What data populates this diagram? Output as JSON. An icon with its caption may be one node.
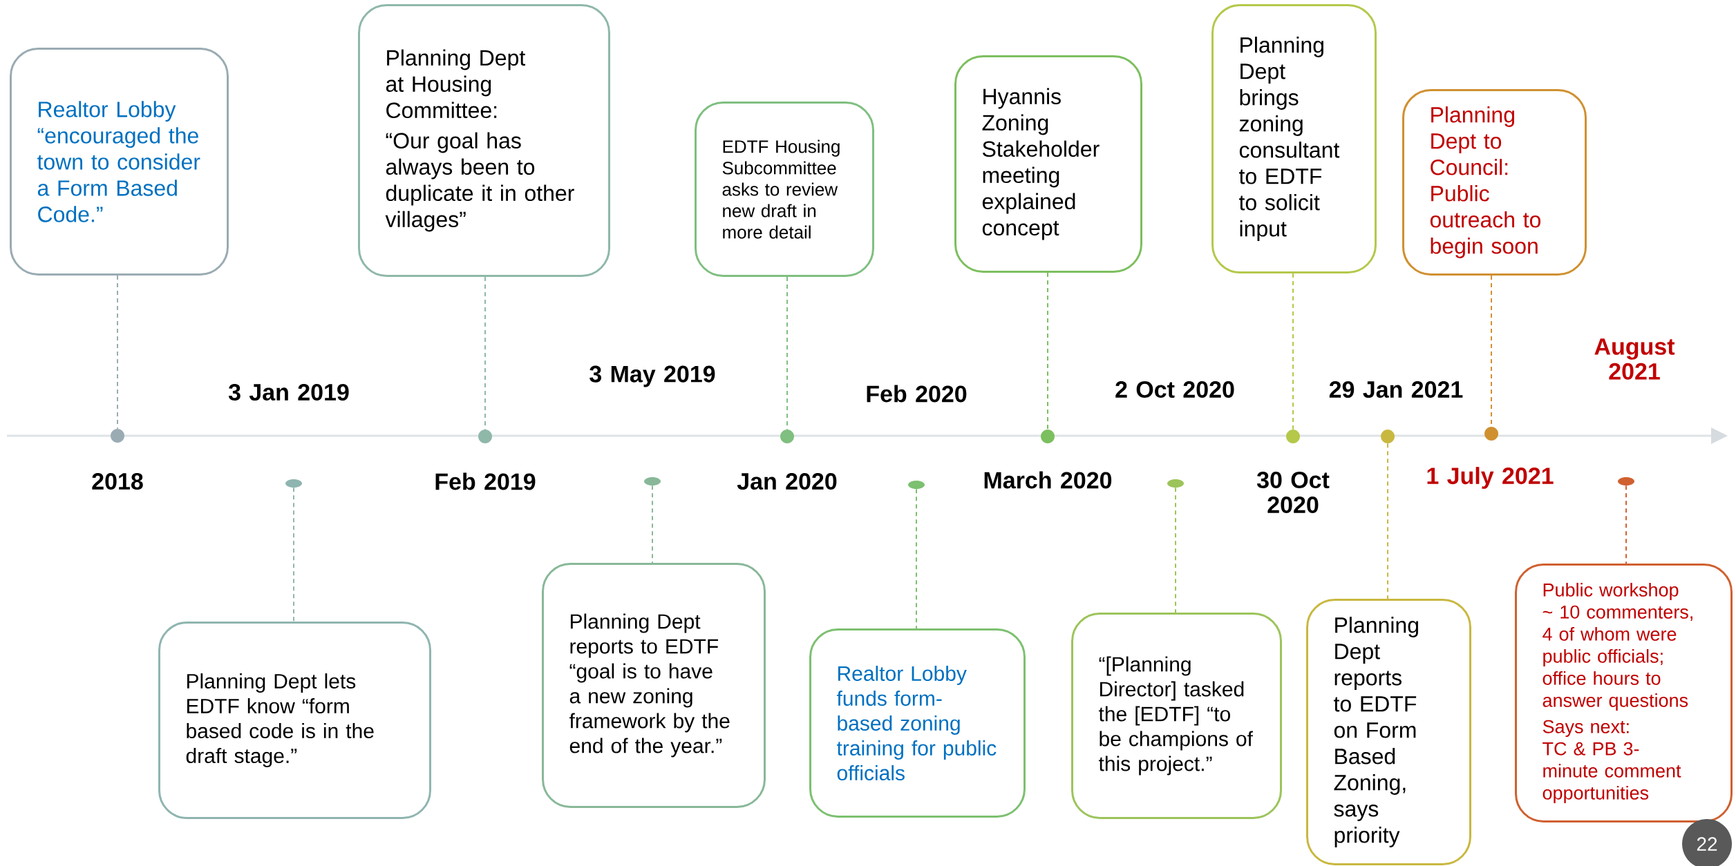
{
  "diagram": {
    "nodes": [
      {
        "text": [
          "Realtor Lobby “encouraged the town to consider a Form Based Code.”"
        ]
      },
      {
        "text": [],
        "shape": "circle"
      },
      {
        "text": [],
        "shape": "ellipse"
      },
      {
        "text": [
          "Planning Dept lets EDTF know “form based code is in the draft stage.”"
        ]
      },
      {
        "text": [
          "Planning Dept at Housing Committee:",
          "“Our goal has always been to duplicate it in other villages”"
        ]
      },
      {
        "text": [],
        "shape": "circle"
      },
      {
        "text": [],
        "shape": "ellipse"
      },
      {
        "text": [
          "Planning Dept reports to EDTF “goal is to have a new zoning framework by the end of the year.”"
        ]
      },
      {
        "text": [
          "EDTF Housing Subcommittee asks to review new draft in more detail"
        ]
      },
      {
        "text": [],
        "shape": "circle"
      },
      {
        "text": [],
        "shape": "ellipse"
      },
      {
        "text": [
          "Realtor Lobby funds form-based zoning training for public officials"
        ]
      },
      {
        "text": [
          "Hyannis Zoning Stakeholder meeting explained concept"
        ]
      },
      {
        "text": [],
        "shape": "circle"
      },
      {
        "text": [],
        "shape": "ellipse"
      },
      {
        "text": [
          "“[Planning Director] tasked the [EDTF] “to be champions of this project.”"
        ]
      },
      {
        "text": [
          "Planning Dept brings zoning consultant to EDTF to solicit input"
        ]
      },
      {
        "text": [],
        "shape": "circle"
      },
      {
        "text": [],
        "shape": "circle"
      },
      {
        "text": [
          "Planning Dept reports to EDTF on Form Based Zoning, says priority"
        ]
      },
      {
        "text": [
          "Planning Dept to Council: Public outreach to begin soon"
        ]
      },
      {
        "text": [],
        "shape": "circle"
      },
      {
        "text": [],
        "shape": "ellipse"
      },
      {
        "text": [
          "Public workshop ~ 10 commenters, 4 of whom were public officials; office hours to answer questions",
          "Says next: TC & PB 3-minute comment opportunities"
        ]
      }
    ],
    "edges": [
      {
        "from": 0,
        "to": 1,
        "arrow": "none",
        "style": "dashed",
        "color": "#9aabb3"
      },
      {
        "from": 2,
        "to": 3,
        "arrow": "none",
        "style": "dashed",
        "color": "#8fb5b0"
      },
      {
        "from": 4,
        "to": 5,
        "arrow": "none",
        "style": "dashed",
        "color": "#8fb8a8"
      },
      {
        "from": 6,
        "to": 7,
        "arrow": "none",
        "style": "dashed",
        "color": "#88b898"
      },
      {
        "from": 8,
        "to": 9,
        "arrow": "none",
        "style": "dashed",
        "color": "#7fbf80"
      },
      {
        "from": 10,
        "to": 11,
        "arrow": "none",
        "style": "dashed",
        "color": "#7cc070"
      },
      {
        "from": 12,
        "to": 13,
        "arrow": "none",
        "style": "dashed",
        "color": "#7cbf5f"
      },
      {
        "from": 14,
        "to": 15,
        "arrow": "none",
        "style": "dashed",
        "color": "#9cc45a"
      },
      {
        "from": 16,
        "to": 17,
        "arrow": "none",
        "style": "dashed",
        "color": "#b5c84a"
      },
      {
        "from": 18,
        "to": 19,
        "arrow": "none",
        "style": "dashed",
        "color": "#c8b840"
      },
      {
        "from": 20,
        "to": 21,
        "arrow": "none",
        "style": "dashed",
        "color": "#d09030"
      },
      {
        "from": 22,
        "to": 23,
        "arrow": "none",
        "style": "dashed",
        "color": "#d06030"
      }
    ],
    "labels": [
      "3 Jan 2019",
      "3 May 2019",
      "Feb 2020",
      "2 Oct 2020",
      "29 Jan 2021",
      "August 2021",
      "2018",
      "Feb 2019",
      "Jan 2020",
      "March 2020",
      "30 Oct 2020",
      "1 July 2021",
      "22"
    ]
  }
}
